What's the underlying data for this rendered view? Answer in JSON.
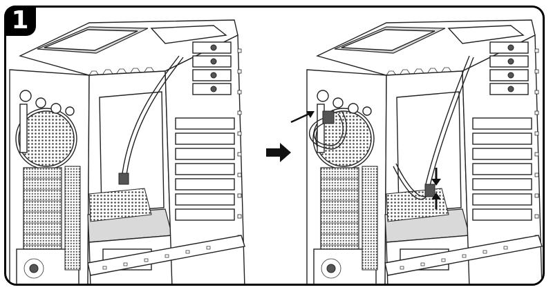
{
  "step": {
    "number": "1"
  },
  "icons": {
    "direction_arrow": "right-arrow-icon",
    "insert_arrows": [
      "arrow-pointing-to-rear-port",
      "arrow-down",
      "arrow-up"
    ]
  },
  "colors": {
    "line": "#222222",
    "background": "#ffffff",
    "badge": "#000000"
  }
}
